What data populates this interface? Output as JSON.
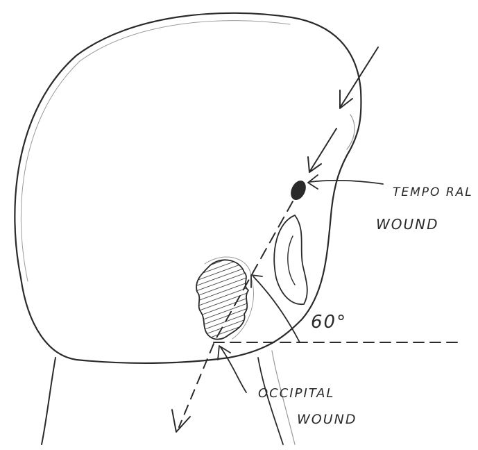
{
  "labels": {
    "temporal_line1": "TEMPO RAL",
    "temporal_line2": "WOUND",
    "occipital_line1": "OCCIPITAL",
    "occipital_line2": "WOUND",
    "angle": "60°"
  },
  "colors": {
    "ink": "#2a2a2a",
    "light_ink": "#9a9a9a",
    "paper": "#ffffff"
  }
}
